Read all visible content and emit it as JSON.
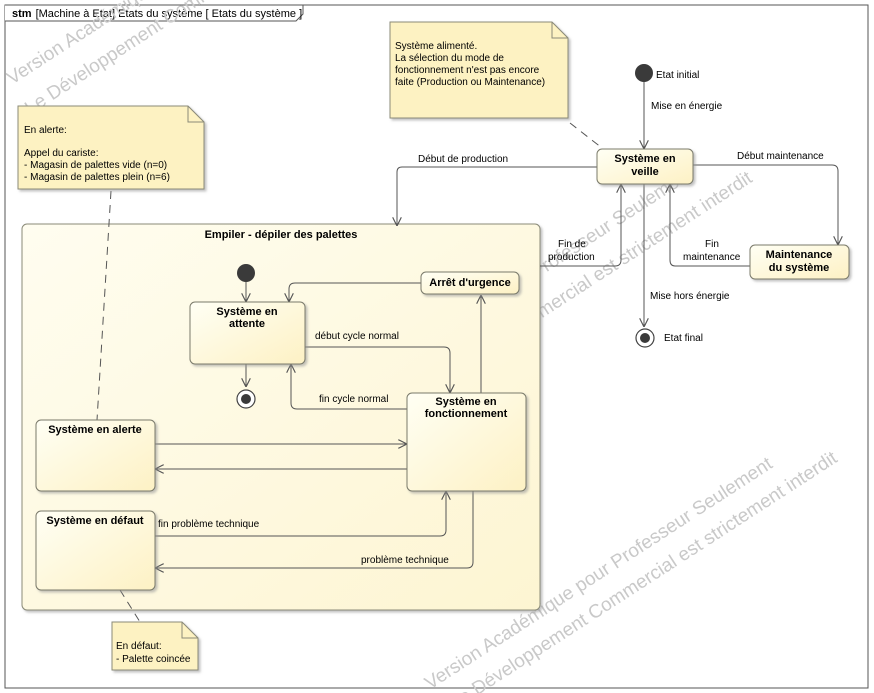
{
  "frame": {
    "keyword": "stm",
    "title": "[Machine à Etat] Etats du système [ Etats du système ]"
  },
  "watermarks": [
    "Version Académique pour Professeur Seulement",
    "Le Développement Commercial est strictement interdit"
  ],
  "colors": {
    "state_fill_top": "#fffff2",
    "state_fill_bottom": "#fdf3c9",
    "state_border": "#7a7a6a",
    "note_fill": "#fdf2c2",
    "composite_fill": "#fffbe6",
    "line": "#555555"
  },
  "notes": {
    "alerte": {
      "lines": [
        "En alerte:",
        "",
        "Appel du cariste:",
        "- Magasin de palettes vide (n=0)",
        "- Magasin de palettes plein (n=6)"
      ]
    },
    "alimente": {
      "lines": [
        "Système alimenté.",
        "La sélection du mode de",
        "fonctionnement n'est pas encore",
        "faite (Production ou Maintenance)"
      ]
    },
    "defaut": {
      "lines": [
        "En défaut:",
        "- Palette coincée"
      ]
    }
  },
  "states": {
    "veille": [
      "Système en",
      "veille"
    ],
    "maintenance": [
      "Maintenance",
      "du système"
    ],
    "composite": "Empiler - dépiler des palettes",
    "attente": [
      "Système en",
      "attente"
    ],
    "arret": "Arrêt d'urgence",
    "fonctionnement": [
      "Système en",
      "fonctionnement"
    ],
    "alerte": "Système en alerte",
    "defaut": "Système en défaut"
  },
  "pseudo": {
    "initial": "Etat initial",
    "final": "Etat final"
  },
  "transitions": {
    "mise_en_energie": "Mise en énergie",
    "debut_production": "Début de production",
    "debut_maintenance": "Début maintenance",
    "fin_production": [
      "Fin de",
      "production"
    ],
    "fin_maintenance": [
      "Fin",
      "maintenance"
    ],
    "mise_hors_energie": "Mise hors énergie",
    "debut_cycle_normal": "début cycle normal",
    "fin_cycle_normal": "fin cycle normal",
    "fin_probleme_technique": "fin problème technique",
    "probleme_technique": "problème technique"
  }
}
